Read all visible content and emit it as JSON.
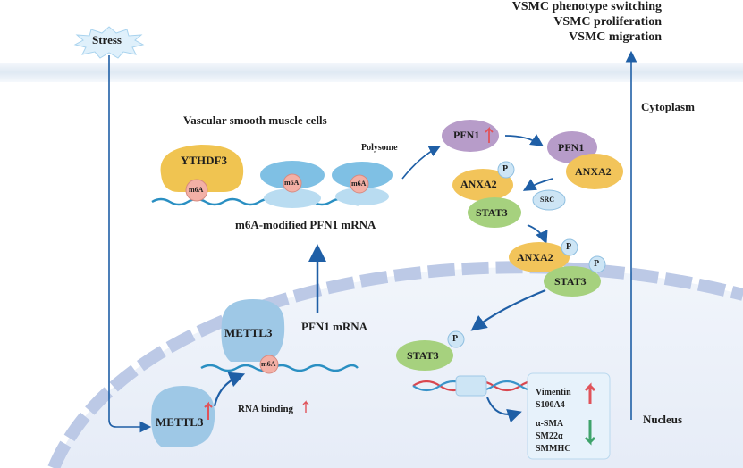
{
  "labels": {
    "stress": "Stress",
    "outcomes": [
      "VSMC phenotype switching",
      "VSMC proliferation",
      "VSMC migration"
    ],
    "cytoplasm": "Cytoplasm",
    "nucleus": "Nucleus",
    "vsmc": "Vascular smooth muscle cells",
    "polysome": "Polysome",
    "ythdf3": "YTHDF3",
    "m6a": "m6A",
    "m6a_mrna": "m6A-modified PFN1 mRNA",
    "pfn1": "PFN1",
    "anxa2": "ANXA2",
    "stat3": "STAT3",
    "p": "P",
    "src": "SRC",
    "mettl3": "METTL3",
    "pfn1_mrna": "PFN1 mRNA",
    "rna_binding": "RNA binding"
  },
  "gene_box": {
    "up_genes": [
      "Vimentin",
      "S100A4"
    ],
    "down_genes": [
      "α-SMA",
      "SM22α",
      "SMMHC"
    ]
  },
  "colors": {
    "arrow": "#1f5fa6",
    "membrane": "#dfe9f3",
    "nuclear_envelope": "#bcc9e6",
    "ribosome": "#8ec5e6",
    "mettl3": "#9ec8e6",
    "ythdf3": "#f0c451",
    "m6a": "#f3b0a6",
    "pfn1": "#b79cc9",
    "anxa2": "#f2c45a",
    "stat3": "#a6d17e",
    "phospho": "#cde5f5",
    "up_arrow": "#e0535a",
    "down_arrow": "#3fa36b"
  }
}
